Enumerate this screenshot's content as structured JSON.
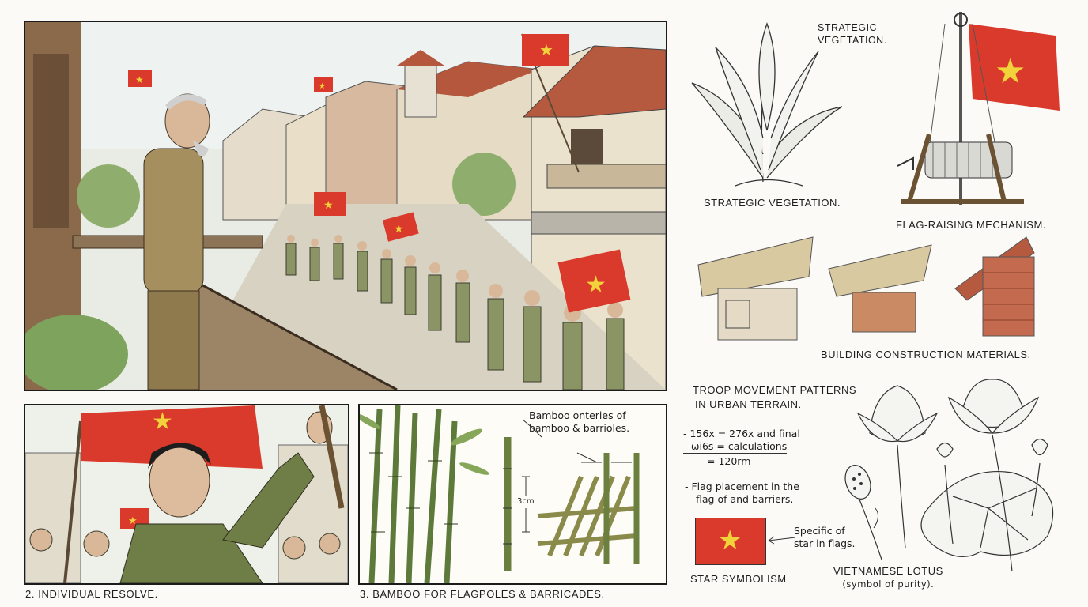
{
  "panels": {
    "panel2_caption": "2. INDIVIDUAL RESOLVE.",
    "panel3_caption": "3. BAMBOO FOR FLAGPOLES & BARRICADES.",
    "panel3_note_line1": "Bamboo onteries of",
    "panel3_note_line2": "bamboo & barrioles.",
    "panel3_measure": "3cm"
  },
  "sketches": {
    "vegetation_top": "STRATEGIC",
    "vegetation_top2": "VEGETATION.",
    "vegetation_label": "STRATEGIC VEGETATION.",
    "flag_mechanism_label": "FLAG-RAISING MECHANISM.",
    "materials_label": "BUILDING CONSTRUCTION MATERIALS.",
    "troop_title1": "TROOP MOVEMENT PATTERNS",
    "troop_title2": "IN URBAN TERRAIN.",
    "calc1": "- 156x = 276x and final",
    "calc2": "ωi6s = calculations",
    "calc3": "= 120rm",
    "flag_note1": "- Flag placement in the",
    "flag_note2": "flag of and barriers.",
    "star_note1": "Specific of",
    "star_note2": "star in flags.",
    "star_label": "STAR SYMBOLISM",
    "lotus_label": "VIETNAMESE LOTUS",
    "lotus_sub": "(symbol of purity)."
  },
  "colors": {
    "flag_red": "#d93a2b",
    "star_yellow": "#f2d23a",
    "uniform_green": "#7c8a55",
    "ink": "#1d1d1d"
  }
}
